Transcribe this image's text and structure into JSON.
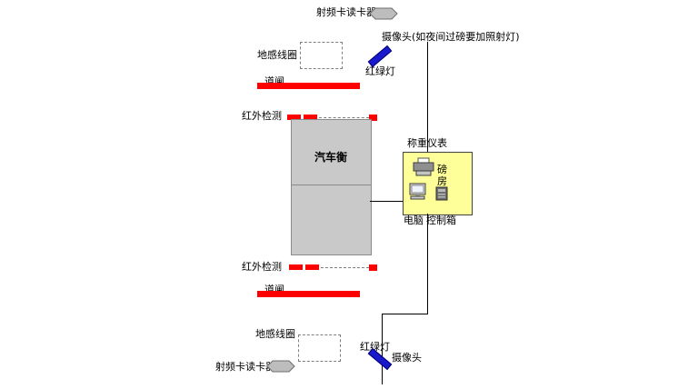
{
  "diagram": {
    "entry": {
      "rfid_reader": "射频卡读卡器",
      "camera": "摄像头(如夜间过磅要加照射灯)",
      "ground_coil": "地感线圈",
      "traffic_light": "红绿灯",
      "barrier": "道闸",
      "infrared": "红外检测"
    },
    "scale": {
      "label": "汽车衡"
    },
    "weigh_room": {
      "indicator": "称重仪表",
      "room": "磅房",
      "computer": "电脑",
      "control_box": "控制箱"
    },
    "exit": {
      "infrared": "红外检测",
      "barrier": "道闸",
      "ground_coil": "地感线圈",
      "traffic_light": "红绿灯",
      "camera": "摄像头",
      "rfid_reader": "射频卡读卡器"
    },
    "colors": {
      "barrier_red": "#ff0000",
      "traffic_light_blue": "#1a1acc",
      "scale_gray": "#c9c9c9",
      "room_yellow": "#ffff99",
      "reader_gray": "#bdbdbd"
    }
  }
}
